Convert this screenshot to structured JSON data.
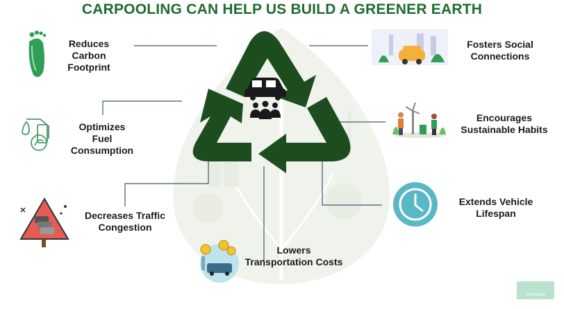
{
  "title": "CARPOOLING CAN HELP US BUILD A GREENER EARTH",
  "colors": {
    "title": "#1f6b2e",
    "arrows": "#1d4d1f",
    "connector": "#3b5a72",
    "leaf_light": "#e8efe4",
    "icon_teal": "#5ab8c6",
    "warning_red": "#d9534f"
  },
  "benefits": [
    {
      "id": "carbon",
      "icon": "footprint-icon",
      "lines": [
        "Reduces",
        "Carbon",
        "Footprint"
      ]
    },
    {
      "id": "fuel",
      "icon": "fuel-nozzle-icon",
      "lines": [
        "Optimizes",
        "Fuel",
        "Consumption"
      ]
    },
    {
      "id": "traffic",
      "icon": "traffic-warning-icon",
      "lines": [
        "Decreases Traffic",
        "Congestion"
      ]
    },
    {
      "id": "costs",
      "icon": "transport-cost-icon",
      "lines": [
        "Lowers",
        "Transportation Costs"
      ]
    },
    {
      "id": "social",
      "icon": "social-car-icon",
      "lines": [
        "Fosters Social",
        "Connections"
      ]
    },
    {
      "id": "habits",
      "icon": "sustainable-people-icon",
      "lines": [
        "Encourages",
        "Sustainable Habits"
      ]
    },
    {
      "id": "lifespan",
      "icon": "clock-icon",
      "lines": [
        "Extends Vehicle",
        "Lifespan"
      ]
    }
  ],
  "center_icon": "car-people-icon",
  "logo_text": "NATIONLES"
}
